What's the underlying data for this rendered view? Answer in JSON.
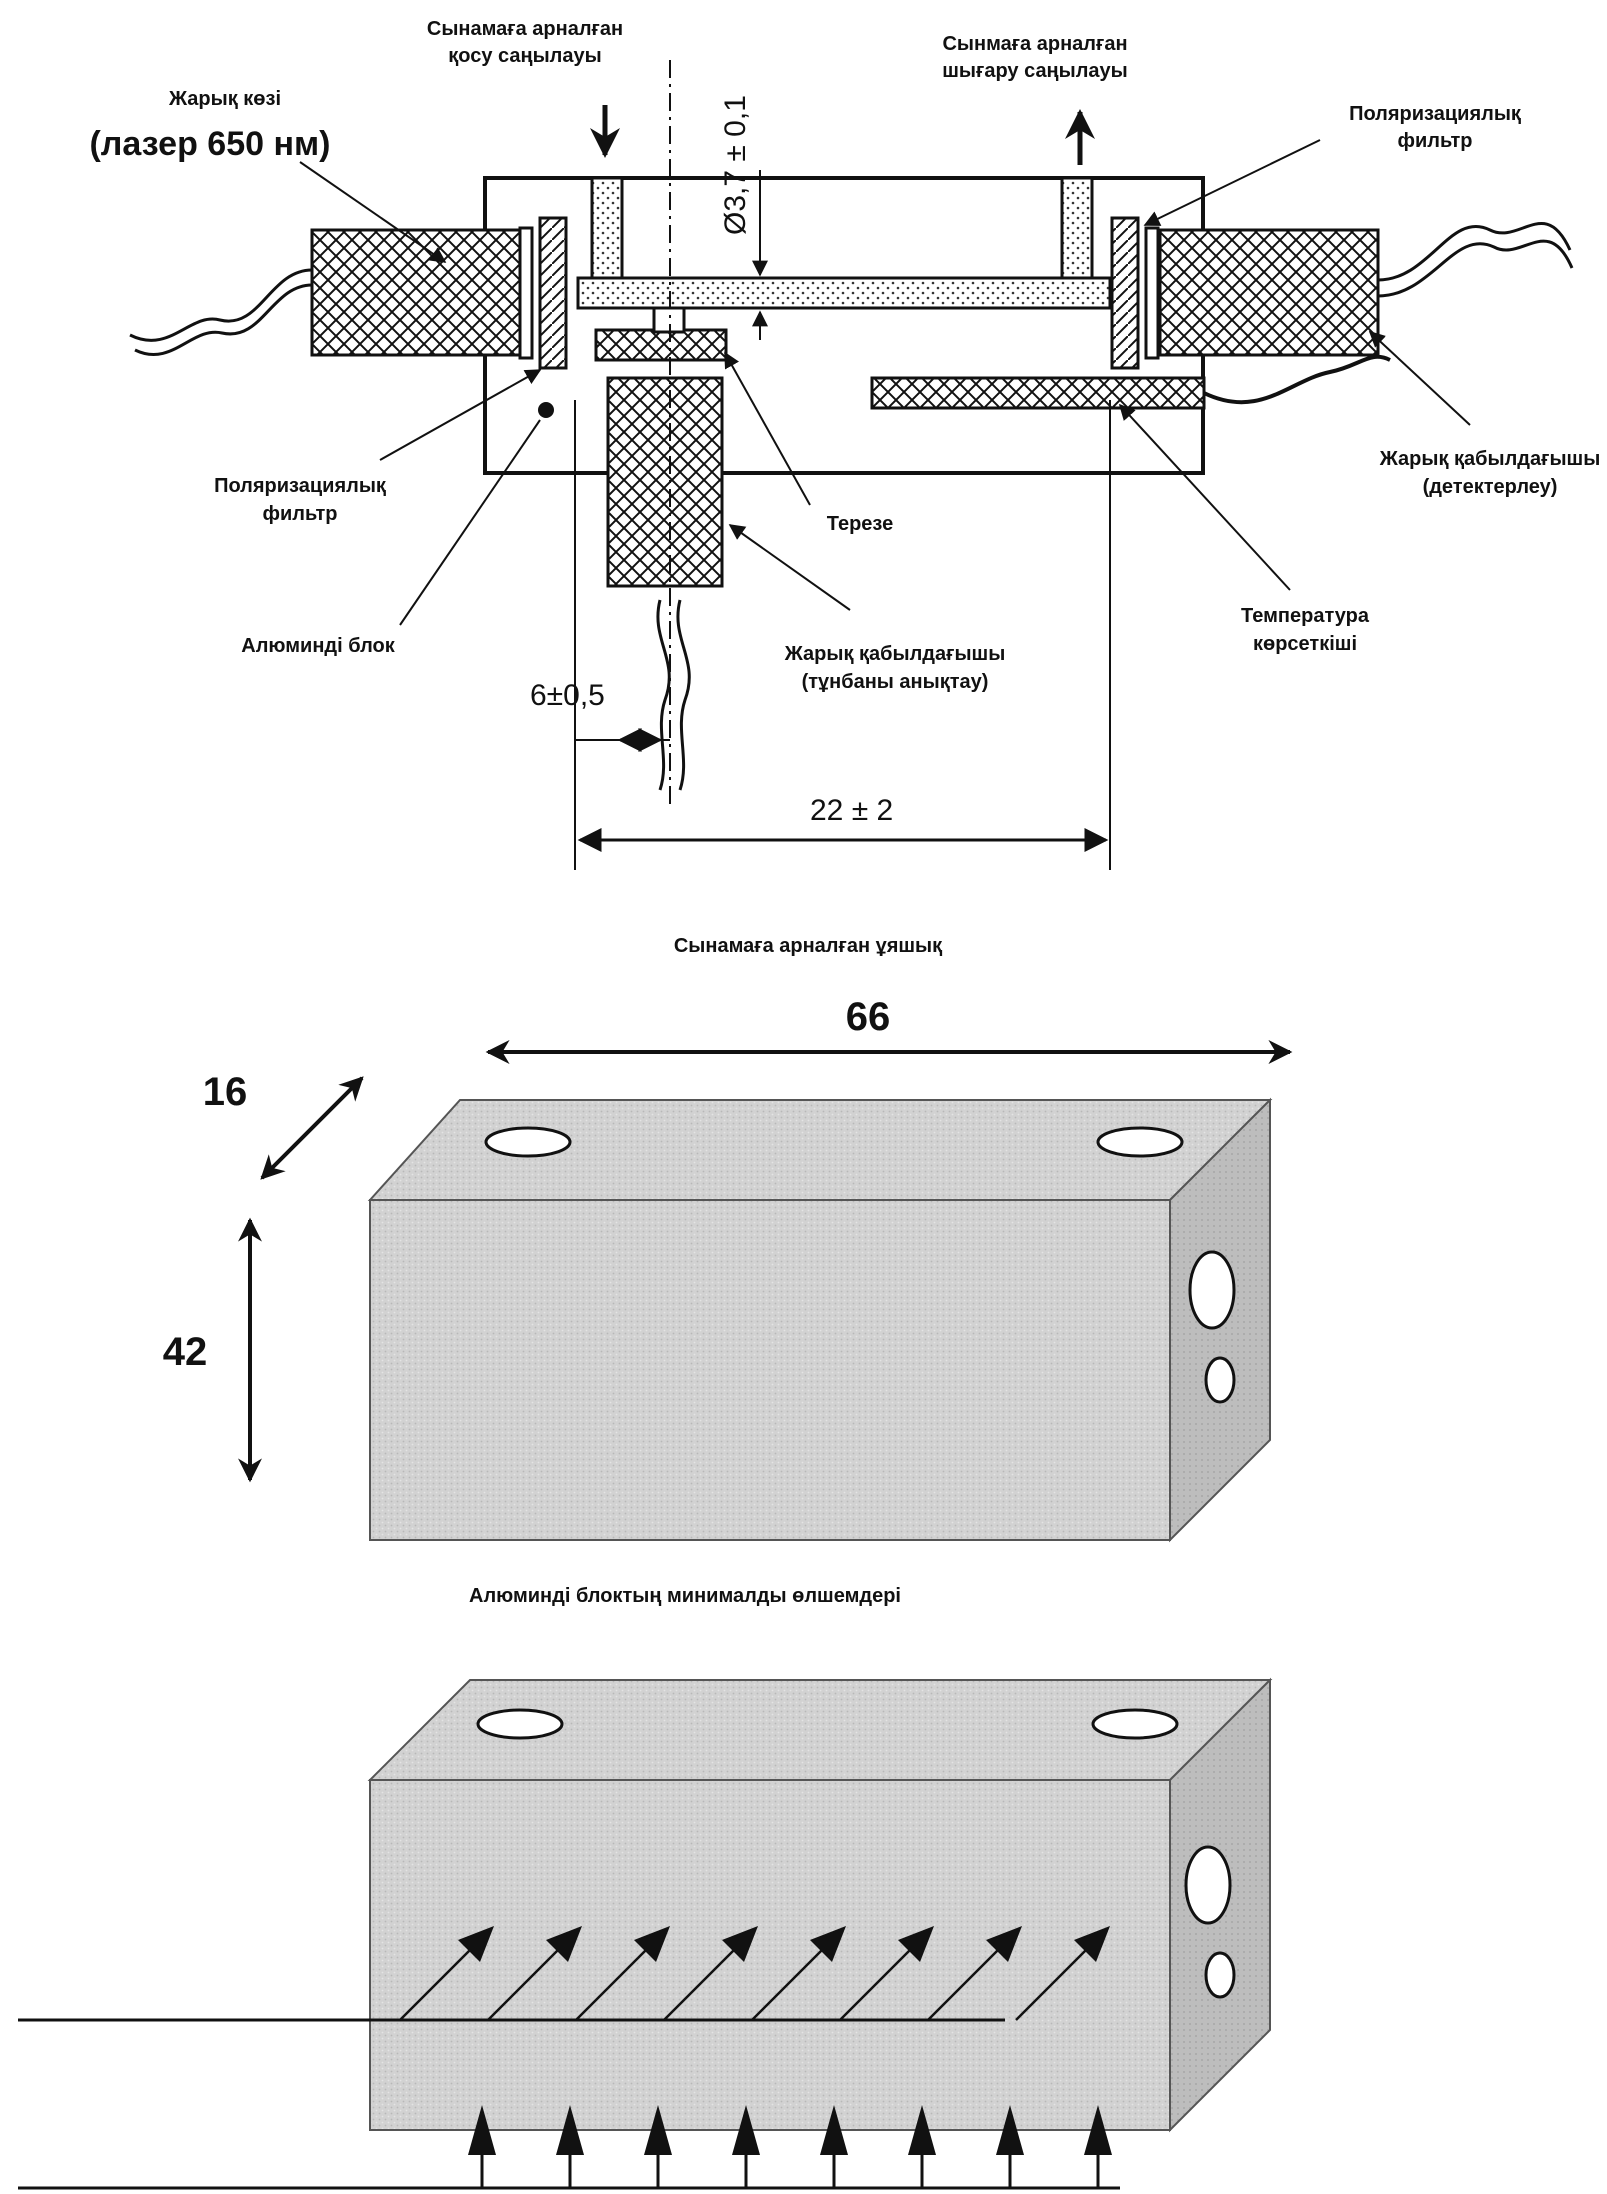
{
  "top_view": {
    "light_source_title": "Жарық көзі",
    "light_source_spec": "(лазер 650 нм)",
    "inlet_line1": "Сынамаға арналған",
    "inlet_line2": "қосу саңылауы",
    "outlet_line1": "Сынмаға арналған",
    "outlet_line2": "шығару саңылауы",
    "pol_filter_right_line1": "Поляризациялық",
    "pol_filter_right_line2": "фильтр",
    "pol_filter_left_line1": "Поляризациялық",
    "pol_filter_left_line2": "фильтр",
    "aluminium_block": "Алюминді блок",
    "window": "Терезе",
    "receiver_cloud_line1": "Жарық қабылдағышы",
    "receiver_cloud_line2": "(тұнбаны анықтау)",
    "receiver_detect_line1": "Жарық қабылдағышы",
    "receiver_detect_line2": "(детектерлеу)",
    "temp_line1": "Температура",
    "temp_line2": "көрсеткіші",
    "dim_diameter": "Ø3,7 ± 0,1",
    "dim_offset": "6±0,5",
    "dim_width": "22 ± 2",
    "caption": "Сынамаға арналған ұяшық"
  },
  "block_view": {
    "dim_length": "66",
    "dim_depth": "16",
    "dim_height": "42",
    "caption": "Алюминді блоктың минималды өлшемдері"
  },
  "bottom_view": {
    "arrow_count": 8
  }
}
